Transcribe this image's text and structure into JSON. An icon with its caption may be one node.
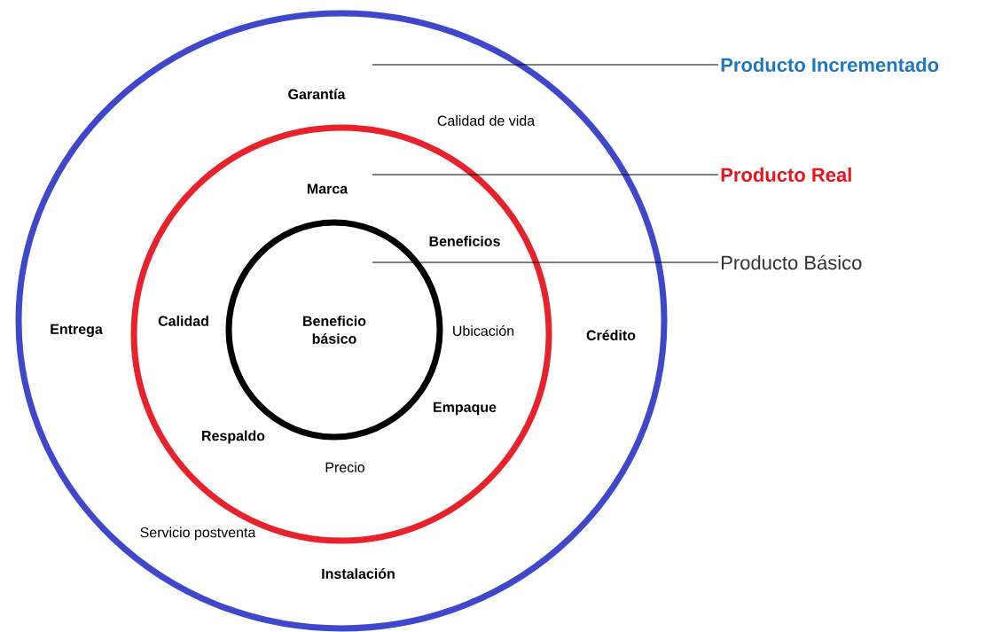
{
  "diagram": {
    "nodes": [
      {
        "text": [],
        "shape": "circle"
      },
      {
        "text": [],
        "shape": "circle",
        "in": 0
      },
      {
        "text": [
          "Beneficio básico"
        ],
        "in": 1
      },
      {
        "text": [
          "Producto Incrementado"
        ]
      },
      {
        "text": [
          "Producto Real"
        ]
      },
      {
        "text": [
          "Producto Básico"
        ]
      }
    ],
    "edges": [
      {
        "from": 3,
        "to": 0,
        "arrow": "none"
      },
      {
        "from": 4,
        "to": 1,
        "arrow": "none"
      },
      {
        "from": 5,
        "to": 2,
        "arrow": "none"
      }
    ],
    "labels": [
      "Garantía",
      "Calidad de vida",
      "Marca",
      "Beneficios",
      "Entrega",
      "Calidad",
      "Ubicación",
      "Crédito",
      "Empaque",
      "Respaldo",
      "Precio",
      "Servicio postventa",
      "Instalación"
    ]
  }
}
